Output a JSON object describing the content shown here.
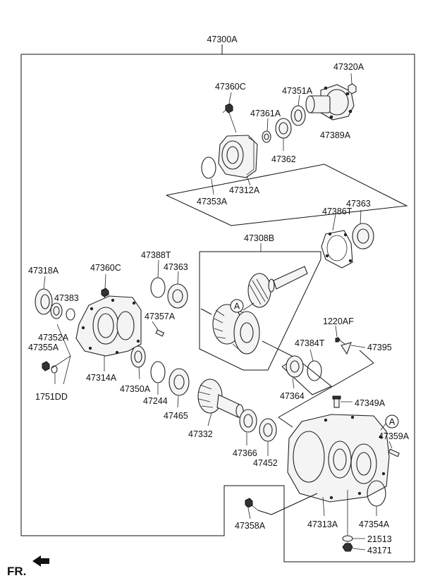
{
  "assembly_label": "47300A",
  "front_label": "FR.",
  "parts": {
    "p47320A": "47320A",
    "p47360C_top": "47360C",
    "p47351A": "47351A",
    "p47361A": "47361A",
    "p47389A": "47389A",
    "p47362": "47362",
    "p47353A": "47353A",
    "p47312A": "47312A",
    "p47386T": "47386T",
    "p47363_right": "47363",
    "p47308B": "47308B",
    "p47388T": "47388T",
    "p47318A": "47318A",
    "p47360C_left": "47360C",
    "p47363_left": "47363",
    "p47383": "47383",
    "p47357A": "47357A",
    "p1220AF": "1220AF",
    "p47352A": "47352A",
    "p47355A": "47355A",
    "p47384T": "47384T",
    "p47395": "47395",
    "p47314A": "47314A",
    "p1751DD": "1751DD",
    "p47350A": "47350A",
    "p47364": "47364",
    "p47244": "47244",
    "p47349A": "47349A",
    "p47465": "47465",
    "p47332": "47332",
    "p47359A": "47359A",
    "p47366": "47366",
    "p47452": "47452",
    "p47358A": "47358A",
    "p47313A": "47313A",
    "p47354A": "47354A",
    "p21513": "21513",
    "p43171": "43171"
  },
  "callouts": {
    "ref_a_left": "A",
    "ref_a_right": "A"
  }
}
